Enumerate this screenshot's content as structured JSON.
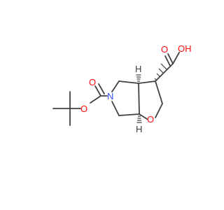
{
  "molecule": {
    "atoms": {
      "carboxyl_oxygen": {
        "symbol": "O",
        "color": "#ff0d0d"
      },
      "hydroxyl": {
        "symbol": "OH",
        "color": "#ff0d0d"
      },
      "boc_carbonyl_oxygen": {
        "symbol": "O",
        "color": "#ff0d0d"
      },
      "boc_ester_oxygen": {
        "symbol": "O",
        "color": "#ff0d0d"
      },
      "ring_nitrogen": {
        "symbol": "N",
        "color": "#3050f8"
      },
      "ring_oxygen": {
        "symbol": "O",
        "color": "#ff0d0d"
      },
      "stereo_h_upper": {
        "symbol": "H",
        "color": "#404040"
      },
      "stereo_h_lower": {
        "symbol": "H",
        "color": "#404040"
      }
    },
    "bond_color": "#404040"
  }
}
